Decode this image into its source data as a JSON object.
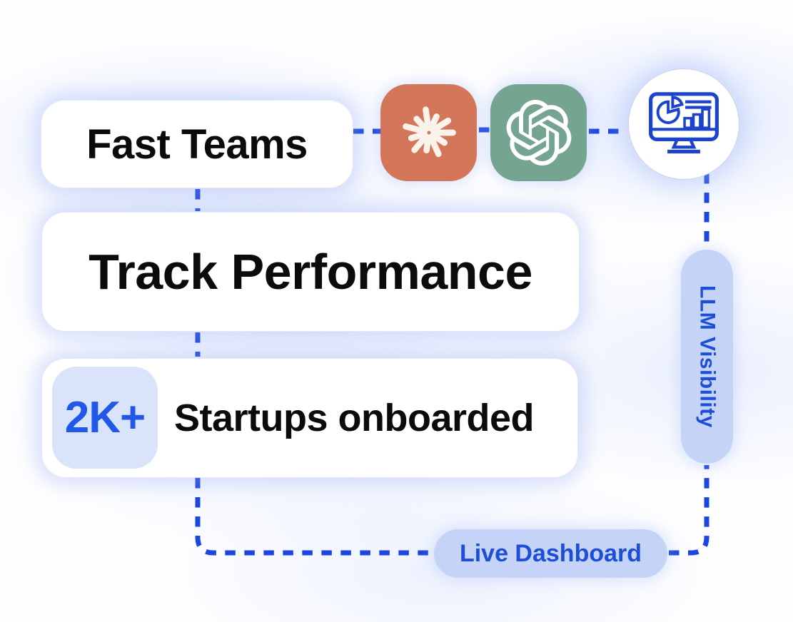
{
  "cards": {
    "fast_teams": {
      "label": "Fast Teams"
    },
    "track_performance": {
      "label": "Track Performance"
    },
    "startups": {
      "badge": "2K+",
      "label": "Startups onboarded"
    }
  },
  "pills": {
    "llm_visibility": {
      "label": "LLM Visibility"
    },
    "live_dashboard": {
      "label": "Live Dashboard"
    }
  },
  "icons": {
    "claude": "claude-spark-logo",
    "openai": "openai-logo",
    "dashboard": "analytics-monitor"
  },
  "colors": {
    "connector_blue": "#1b46df",
    "pill_bg": "#c5d4f6",
    "pill_text": "#1d4ed8",
    "badge_bg": "#d9e4fa",
    "badge_text": "#2158e8",
    "claude_orange": "#d4765a",
    "openai_green": "#75a591",
    "monitor_stroke": "#1c43cc",
    "text_black": "#0b0b0d",
    "card_bg": "#ffffff"
  }
}
